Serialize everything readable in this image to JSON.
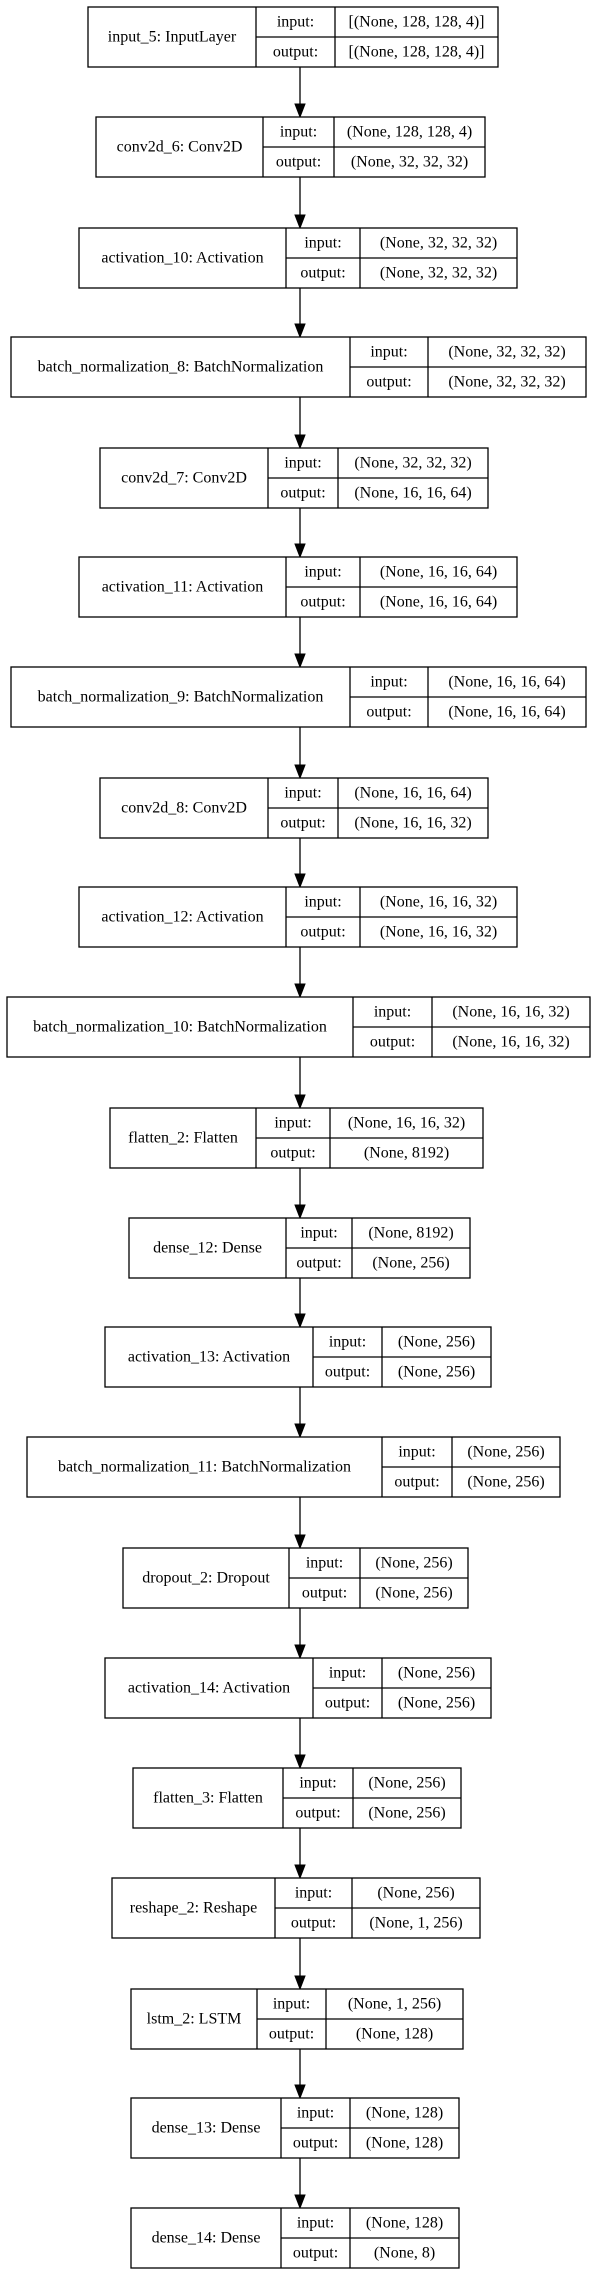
{
  "diagram": {
    "labels": {
      "input": "input:",
      "output": "output:"
    },
    "layers": [
      {
        "name": "input_5: InputLayer",
        "input": "[(None, 128, 128, 4)]",
        "output": "[(None, 128, 128, 4)]"
      },
      {
        "name": "conv2d_6: Conv2D",
        "input": "(None, 128, 128, 4)",
        "output": "(None, 32, 32, 32)"
      },
      {
        "name": "activation_10: Activation",
        "input": "(None, 32, 32, 32)",
        "output": "(None, 32, 32, 32)"
      },
      {
        "name": "batch_normalization_8: BatchNormalization",
        "input": "(None, 32, 32, 32)",
        "output": "(None, 32, 32, 32)"
      },
      {
        "name": "conv2d_7: Conv2D",
        "input": "(None, 32, 32, 32)",
        "output": "(None, 16, 16, 64)"
      },
      {
        "name": "activation_11: Activation",
        "input": "(None, 16, 16, 64)",
        "output": "(None, 16, 16, 64)"
      },
      {
        "name": "batch_normalization_9: BatchNormalization",
        "input": "(None, 16, 16, 64)",
        "output": "(None, 16, 16, 64)"
      },
      {
        "name": "conv2d_8: Conv2D",
        "input": "(None, 16, 16, 64)",
        "output": "(None, 16, 16, 32)"
      },
      {
        "name": "activation_12: Activation",
        "input": "(None, 16, 16, 32)",
        "output": "(None, 16, 16, 32)"
      },
      {
        "name": "batch_normalization_10: BatchNormalization",
        "input": "(None, 16, 16, 32)",
        "output": "(None, 16, 16, 32)"
      },
      {
        "name": "flatten_2: Flatten",
        "input": "(None, 16, 16, 32)",
        "output": "(None, 8192)"
      },
      {
        "name": "dense_12: Dense",
        "input": "(None, 8192)",
        "output": "(None, 256)"
      },
      {
        "name": "activation_13: Activation",
        "input": "(None, 256)",
        "output": "(None, 256)"
      },
      {
        "name": "batch_normalization_11: BatchNormalization",
        "input": "(None, 256)",
        "output": "(None, 256)"
      },
      {
        "name": "dropout_2: Dropout",
        "input": "(None, 256)",
        "output": "(None, 256)"
      },
      {
        "name": "activation_14: Activation",
        "input": "(None, 256)",
        "output": "(None, 256)"
      },
      {
        "name": "flatten_3: Flatten",
        "input": "(None, 256)",
        "output": "(None, 256)"
      },
      {
        "name": "reshape_2: Reshape",
        "input": "(None, 256)",
        "output": "(None, 1, 256)"
      },
      {
        "name": "lstm_2: LSTM",
        "input": "(None, 1, 256)",
        "output": "(None, 128)"
      },
      {
        "name": "dense_13: Dense",
        "input": "(None, 128)",
        "output": "(None, 128)"
      },
      {
        "name": "dense_14: Dense",
        "input": "(None, 128)",
        "output": "(None, 8)"
      }
    ]
  }
}
